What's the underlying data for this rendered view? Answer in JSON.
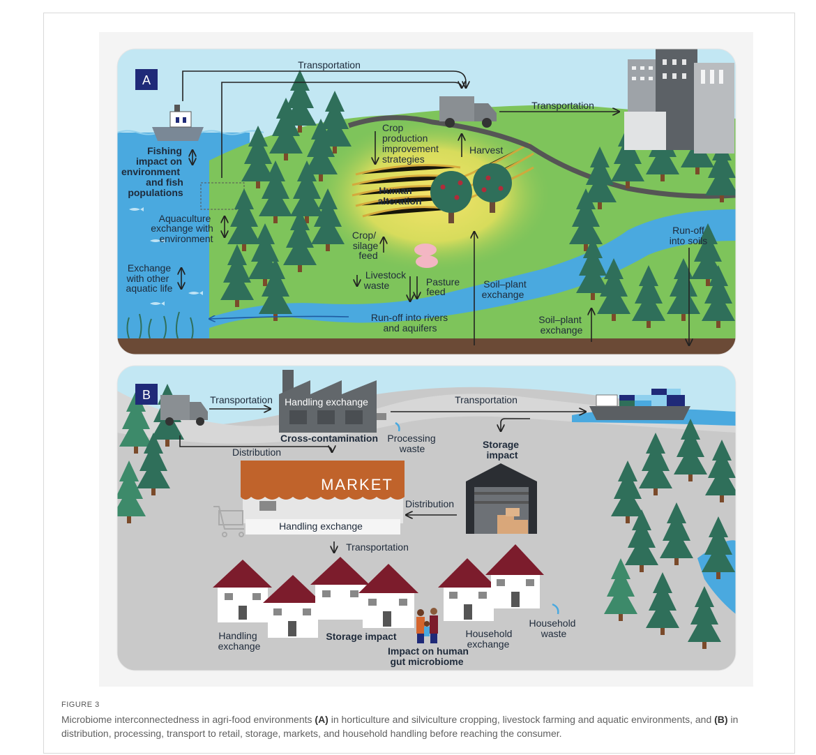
{
  "panel_a": {
    "badge": "A",
    "transport_top": "Transportation",
    "transport_city": "Transportation",
    "crop_production": [
      "Crop",
      "production",
      "improvement",
      "strategies"
    ],
    "harvest": "Harvest",
    "fishing": [
      "Fishing",
      "impact on",
      "environment",
      "and fish",
      "populations"
    ],
    "human_alteration": [
      "Human",
      "alteration"
    ],
    "aquaculture": [
      "Aquaculture",
      "exchange with",
      "environment"
    ],
    "crop_silage": [
      "Crop/",
      "silage",
      "feed"
    ],
    "exchange_aquatic": [
      "Exchange",
      "with other",
      "aquatic life"
    ],
    "livestock_waste": [
      "Livestock",
      "waste"
    ],
    "pasture_feed": [
      "Pasture",
      "feed"
    ],
    "soil_plant_1": [
      "Soil–plant",
      "exchange"
    ],
    "runoff_rivers": [
      "Run-off into rivers",
      "and aquifers"
    ],
    "soil_plant_2": [
      "Soil–plant",
      "exchange"
    ],
    "runoff_soils": [
      "Run-off",
      "into soils"
    ]
  },
  "panel_b": {
    "badge": "B",
    "transport_truck": "Transportation",
    "handling_factory": "Handling exchange",
    "transport_ship": "Transportation",
    "cross_contamination": "Cross-contamination",
    "processing_waste": [
      "Processing",
      "waste"
    ],
    "distribution_1": "Distribution",
    "storage_impact_top": [
      "Storage",
      "impact"
    ],
    "market_sign": "MARKET",
    "distribution_2": "Distribution",
    "handling_market": "Handling exchange",
    "transport_down": "Transportation",
    "handling_house": [
      "Handling",
      "exchange"
    ],
    "storage_impact_bottom": "Storage impact",
    "household_exchange": [
      "Household",
      "exchange"
    ],
    "household_waste": [
      "Household",
      "waste"
    ],
    "human_gut": [
      "Impact on human",
      "gut microbiome"
    ]
  },
  "figure": {
    "number": "FIGURE 3",
    "caption_parts": [
      "Microbiome interconnectedness in agri-food environments ",
      "(A)",
      " in horticulture and silviculture cropping, livestock farming and aquatic environments, and ",
      "(B)",
      " in distribution, processing, transport to retail, storage, markets, and household handling before reaching the consumer."
    ]
  },
  "colors": {
    "badge": "#1f2a78",
    "sky": "#bfe6f2",
    "water": "#4aa9df",
    "grass": "#7cc25a",
    "tree": "#2f6f5a",
    "soil": "#6b4a36",
    "roof": "#7c1c2c",
    "market_awning": "#c0632b",
    "panel_b_ground": "#c9c9c9"
  }
}
